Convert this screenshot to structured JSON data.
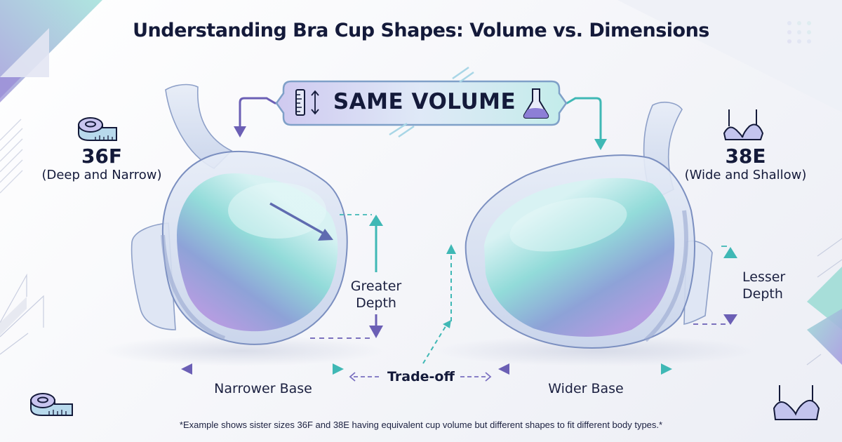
{
  "title": "Understanding Bra Cup Shapes: Volume vs. Dimensions",
  "banner": {
    "label": "SAME VOLUME",
    "left_icons": [
      "ruler-icon",
      "vertical-double-arrow-icon"
    ],
    "right_icon": "flask-icon"
  },
  "left_cup": {
    "size": "36F",
    "description": "(Deep and Narrow)",
    "icon": "measuring-tape-icon",
    "depth_label_line1": "Greater",
    "depth_label_line2": "Depth",
    "base_label": "Narrower Base"
  },
  "right_cup": {
    "size": "38E",
    "description": "(Wide and Shallow)",
    "icon": "bra-icon",
    "depth_label_line1": "Lesser",
    "depth_label_line2": "Depth",
    "base_label": "Wider Base"
  },
  "tradeoff_label": "Trade-off",
  "footnote": "*Example shows sister sizes 36F and 38E having equivalent cup volume but different shapes to fit different body types.*",
  "colors": {
    "navy_text": "#141a3a",
    "purple": "#6b5fb5",
    "teal": "#3fb8b5",
    "cup_fill_light": "#cdeff0",
    "cup_fill_purple": "#a99be0",
    "cup_outline": "#7b8fc0"
  }
}
